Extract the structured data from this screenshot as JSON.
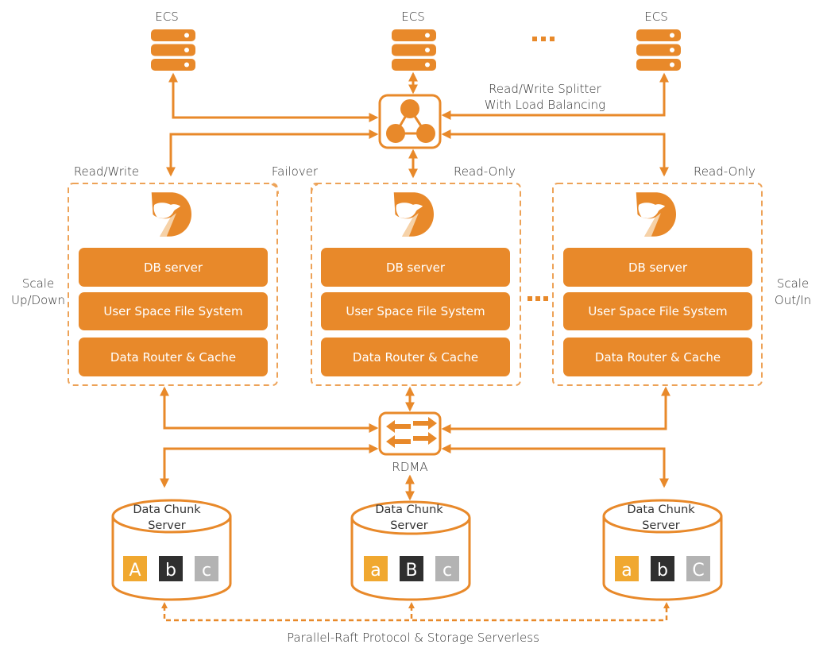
{
  "colors": {
    "accent": "#e8892a",
    "layer_fill": "#e8892a",
    "dashed_border": "#eda257",
    "text": "#333333",
    "chunk_yellow": "#f0a830",
    "chunk_dark": "#2f2f2f",
    "chunk_gray": "#b3b3b3"
  },
  "ecs": {
    "label": "ECS",
    "ellipsis": "...",
    "nodes": [
      {
        "label": "ECS",
        "icon": "server-stack-icon"
      },
      {
        "label": "ECS",
        "icon": "server-stack-icon"
      },
      {
        "label": "ECS",
        "icon": "server-stack-icon"
      }
    ]
  },
  "splitter": {
    "label_line1": "Read/Write Splitter",
    "label_line2": "With Load Balancing",
    "icon": "load-balancer-icon"
  },
  "nodes": [
    {
      "role": "Read/Write",
      "icon": "polardb-logo-icon",
      "layers": [
        "DB server",
        "User Space File System",
        "Data Router & Cache"
      ]
    },
    {
      "role": "Read-Only",
      "icon": "polardb-logo-icon",
      "layers": [
        "DB server",
        "User Space File System",
        "Data Router & Cache"
      ]
    },
    {
      "role": "Read-Only",
      "icon": "polardb-logo-icon",
      "layers": [
        "DB server",
        "User Space File System",
        "Data Router & Cache"
      ]
    }
  ],
  "failover_label": "Failover",
  "scale_left": {
    "line1": "Scale",
    "line2": "Up/Down"
  },
  "scale_right": {
    "line1": "Scale",
    "line2": "Out/In"
  },
  "rdma": {
    "label": "RDMA",
    "icon": "network-switch-icon"
  },
  "chunk_servers": [
    {
      "line1": "Data Chunk",
      "line2": "Server",
      "chunks": [
        {
          "letter": "A",
          "style": "yellow"
        },
        {
          "letter": "b",
          "style": "dark"
        },
        {
          "letter": "c",
          "style": "gray"
        }
      ]
    },
    {
      "line1": "Data Chunk",
      "line2": "Server",
      "chunks": [
        {
          "letter": "a",
          "style": "yellow"
        },
        {
          "letter": "B",
          "style": "dark"
        },
        {
          "letter": "c",
          "style": "gray"
        }
      ]
    },
    {
      "line1": "Data Chunk",
      "line2": "Server",
      "chunks": [
        {
          "letter": "a",
          "style": "yellow"
        },
        {
          "letter": "b",
          "style": "dark"
        },
        {
          "letter": "C",
          "style": "gray"
        }
      ]
    }
  ],
  "footer": {
    "label": "Parallel-Raft Protocol & Storage Serverless"
  }
}
